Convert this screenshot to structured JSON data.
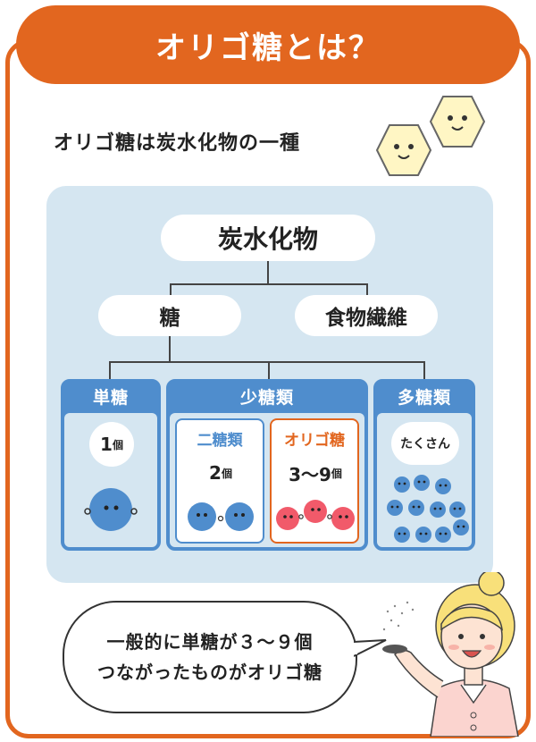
{
  "header": {
    "title": "オリゴ糖とは？"
  },
  "subtitle": "オリゴ糖は炭水化物の一種",
  "tree": {
    "root": "炭水化物",
    "level2": [
      "糖",
      "食物繊維"
    ],
    "categories": [
      {
        "name": "単糖",
        "count_num": "1",
        "count_unit": "個"
      },
      {
        "name": "少糖類"
      },
      {
        "name": "多糖類",
        "count_text": "たくさん"
      }
    ],
    "subcategories": [
      {
        "name": "二糖類",
        "count_num": "2",
        "count_unit": "個"
      },
      {
        "name": "オリゴ糖",
        "count_num": "3〜9",
        "count_unit": "個"
      }
    ]
  },
  "speech": {
    "line1": "一般的に単糖が３〜９個",
    "line2": "つながったものがオリゴ糖"
  },
  "colors": {
    "accent": "#e2661f",
    "blue": "#4f8dcd",
    "panel": "#d5e6f1",
    "pink": "#f15a6a",
    "yellow": "#fff6c4"
  }
}
